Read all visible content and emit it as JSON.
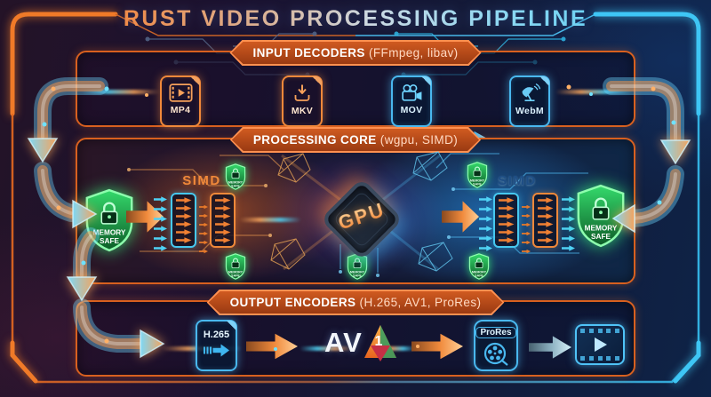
{
  "title": "RUST VIDEO PROCESSING PIPELINE",
  "input": {
    "header": "INPUT DECODERS",
    "header_note": "(FFmpeg, libav)",
    "formats": [
      {
        "label": "MP4",
        "icon": "film-play-file-icon"
      },
      {
        "label": "MKV",
        "icon": "download-file-icon"
      },
      {
        "label": "MOV",
        "icon": "video-camera-file-icon"
      },
      {
        "label": "WebM",
        "icon": "satellite-dish-file-icon"
      }
    ]
  },
  "core": {
    "header": "PROCESSING CORE",
    "header_note": "(wgpu, SIMD)",
    "gpu_label": "GPU",
    "simd_label": "SIMD",
    "shield": {
      "line1": "MEMORY",
      "line2": "SAFE"
    }
  },
  "output": {
    "header": "OUTPUT ENCODERS",
    "header_note": "(H.265, AV1, ProRes)",
    "encoders": [
      {
        "label": "H.265",
        "icon": "h265-file-icon"
      },
      {
        "prefix": "AV",
        "suffix": "1",
        "icon": "av1-logo"
      },
      {
        "label": "ProRes",
        "icon": "film-reel-icon"
      },
      {
        "icon": "video-player-icon"
      }
    ]
  },
  "colors": {
    "accent_orange": "#f07a28",
    "accent_blue": "#3ec6f5",
    "shield_green": "#2ecf62",
    "badge_fill": "#b0471a"
  }
}
